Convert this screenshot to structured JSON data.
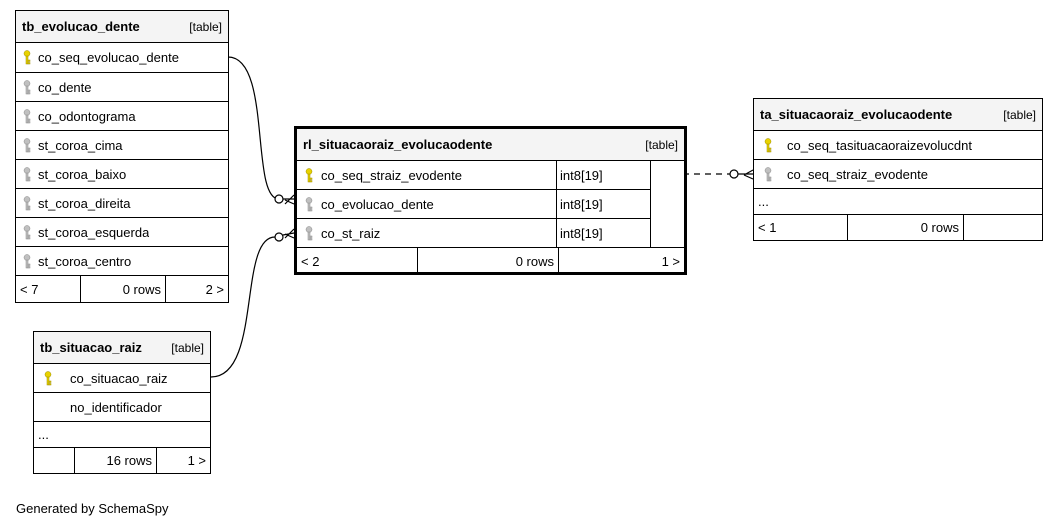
{
  "footer_text": "Generated by SchemaSpy",
  "colors": {
    "primary_key": "#e8d200",
    "foreign_key": "#b0b0b0",
    "header_bg": "#f4f4f4"
  },
  "tb_evolucao_dente": {
    "name": "tb_evolucao_dente",
    "tag": "[table]",
    "columns": [
      {
        "name": "co_seq_evolucao_dente",
        "icon": "primary-key-icon"
      },
      {
        "name": "co_dente",
        "icon": "column-key-icon"
      },
      {
        "name": "co_odontograma",
        "icon": "column-key-icon"
      },
      {
        "name": "st_coroa_cima",
        "icon": "column-key-icon"
      },
      {
        "name": "st_coroa_baixo",
        "icon": "column-key-icon"
      },
      {
        "name": "st_coroa_direita",
        "icon": "column-key-icon"
      },
      {
        "name": "st_coroa_esquerda",
        "icon": "column-key-icon"
      },
      {
        "name": "st_coroa_centro",
        "icon": "column-key-icon"
      }
    ],
    "footer": {
      "parents": "< 7",
      "rows": "0 rows",
      "children": "2 >"
    }
  },
  "rl_situacaoraiz": {
    "name": "rl_situacaoraiz_evolucaodente",
    "tag": "[table]",
    "columns": [
      {
        "name": "co_seq_straiz_evodente",
        "type": "int8[19]",
        "icon": "primary-key-icon"
      },
      {
        "name": "co_evolucao_dente",
        "type": "int8[19]",
        "icon": "column-key-icon"
      },
      {
        "name": "co_st_raiz",
        "type": "int8[19]",
        "icon": "column-key-icon"
      }
    ],
    "footer": {
      "parents": "< 2",
      "rows": "0 rows",
      "children": "1 >"
    }
  },
  "ta_situacaoraiz": {
    "name": "ta_situacaoraiz_evolucaodente",
    "tag": "[table]",
    "columns": [
      {
        "name": "co_seq_tasituacaoraizevolucdnt",
        "icon": "primary-key-icon"
      },
      {
        "name": "co_seq_straiz_evodente",
        "icon": "column-key-icon"
      }
    ],
    "ellipsis": "...",
    "footer": {
      "parents": "< 1",
      "rows": "0 rows",
      "children": ""
    }
  },
  "tb_situacao_raiz": {
    "name": "tb_situacao_raiz",
    "tag": "[table]",
    "columns": [
      {
        "name": "co_situacao_raiz",
        "icon": "primary-key-icon"
      },
      {
        "name": "no_identificador",
        "icon": ""
      }
    ],
    "ellipsis": "...",
    "footer": {
      "parents": "",
      "rows": "16 rows",
      "children": "1 >"
    }
  }
}
